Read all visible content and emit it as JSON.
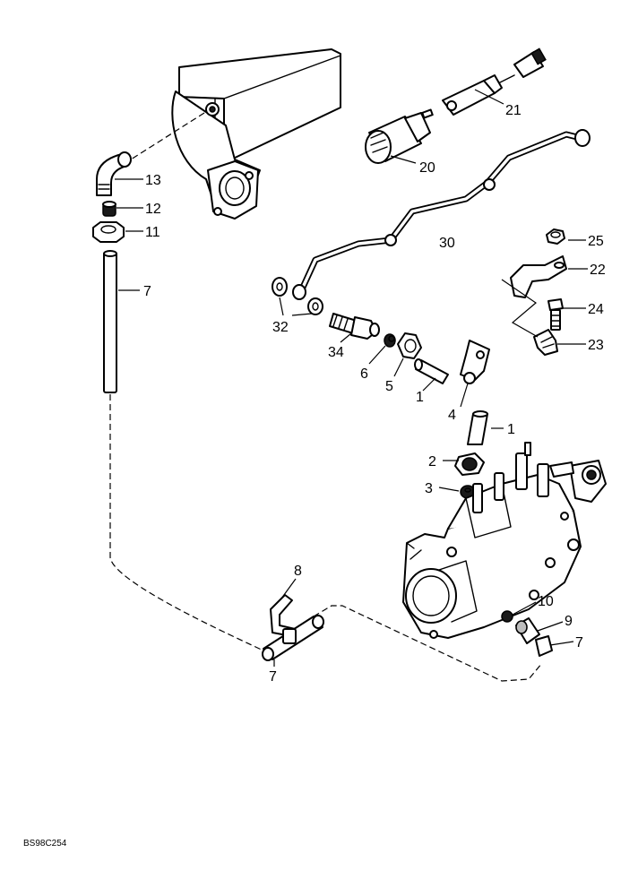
{
  "callouts": [
    {
      "key": "c13",
      "label": "13"
    },
    {
      "key": "c12",
      "label": "12"
    },
    {
      "key": "c11",
      "label": "11"
    },
    {
      "key": "c7a",
      "label": "7"
    },
    {
      "key": "c21",
      "label": "21"
    },
    {
      "key": "c20",
      "label": "20"
    },
    {
      "key": "c30",
      "label": "30"
    },
    {
      "key": "c25",
      "label": "25"
    },
    {
      "key": "c22",
      "label": "22"
    },
    {
      "key": "c24",
      "label": "24"
    },
    {
      "key": "c23",
      "label": "23"
    },
    {
      "key": "c32",
      "label": "32"
    },
    {
      "key": "c34",
      "label": "34"
    },
    {
      "key": "c6",
      "label": "6"
    },
    {
      "key": "c5",
      "label": "5"
    },
    {
      "key": "c1a",
      "label": "1"
    },
    {
      "key": "c4",
      "label": "4"
    },
    {
      "key": "c1b",
      "label": "1"
    },
    {
      "key": "c2",
      "label": "2"
    },
    {
      "key": "c3",
      "label": "3"
    },
    {
      "key": "c8",
      "label": "8"
    },
    {
      "key": "c7b",
      "label": "7"
    },
    {
      "key": "c10",
      "label": "10"
    },
    {
      "key": "c9",
      "label": "9"
    },
    {
      "key": "c7c",
      "label": "7"
    }
  ],
  "figure_ref": "BS98C254"
}
